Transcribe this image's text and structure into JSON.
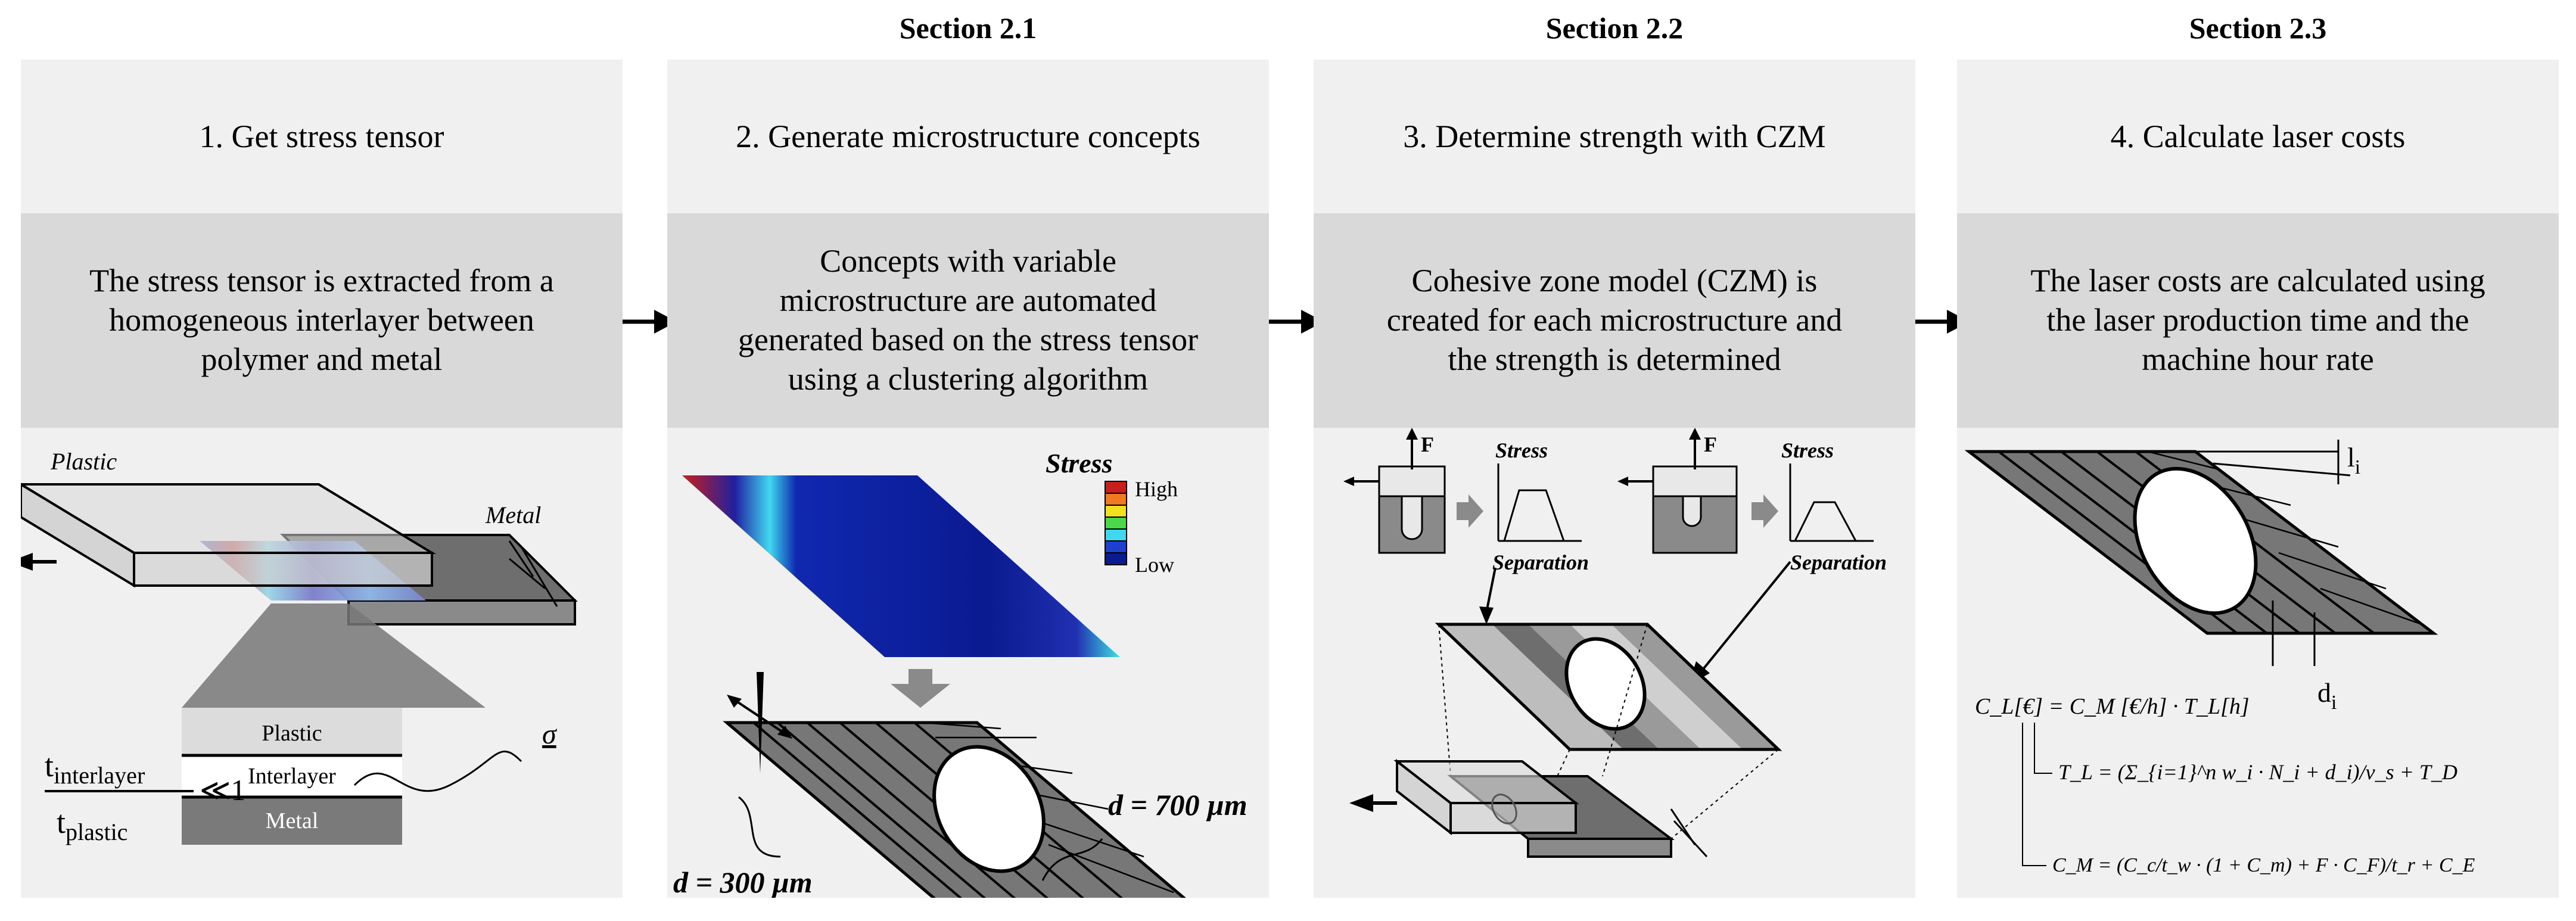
{
  "sections": [
    "Section 2.1",
    "Section 2.2",
    "Section 2.3"
  ],
  "steps": [
    {
      "title": "1. Get stress tensor",
      "desc": [
        "The stress tensor is extracted from a",
        "homogeneous interlayer between",
        "polymer and metal"
      ]
    },
    {
      "title": "2. Generate microstructure concepts",
      "desc": [
        "Concepts with variable",
        "microstructure are automated",
        "generated based on the stress tensor",
        "using a clustering algorithm"
      ]
    },
    {
      "title": "3. Determine strength with CZM",
      "desc": [
        "Cohesive zone model (CZM) is",
        "created for each microstructure and",
        "the strength is determined"
      ]
    },
    {
      "title": "4. Calculate laser costs",
      "desc": [
        "The laser costs are calculated using",
        "the laser production time and the",
        "machine hour rate"
      ]
    }
  ],
  "panel1": {
    "plastic": "Plastic",
    "metal": "Metal",
    "layers": [
      "Plastic",
      "Interlayer",
      "Metal"
    ],
    "sigma": "σ",
    "ratio_num": "t",
    "ratio_num_sub": "interlayer",
    "ratio_den": "t",
    "ratio_den_sub": "plastic",
    "ratio_rel": "≪1"
  },
  "panel2": {
    "legend_title": "Stress",
    "legend_high": "High",
    "legend_low": "Low",
    "d1": "d = 700 µm",
    "d2": "d = 300 µm"
  },
  "panel3": {
    "force": "F",
    "stress": "Stress",
    "separation": "Separation"
  },
  "panel4": {
    "l_label": "l",
    "l_sub": "i",
    "d_label": "d",
    "d_sub": "i",
    "eq1": "C_L[€] = C_M [€/h] · T_L[h]",
    "eq2": "T_L = (Σ_{i=1}^n w_i · N_i + d_i)/v_s + T_D",
    "eq3": "C_M = (C_c/t_w · (1 + C_m) + F · C_F)/t_r + C_E"
  }
}
